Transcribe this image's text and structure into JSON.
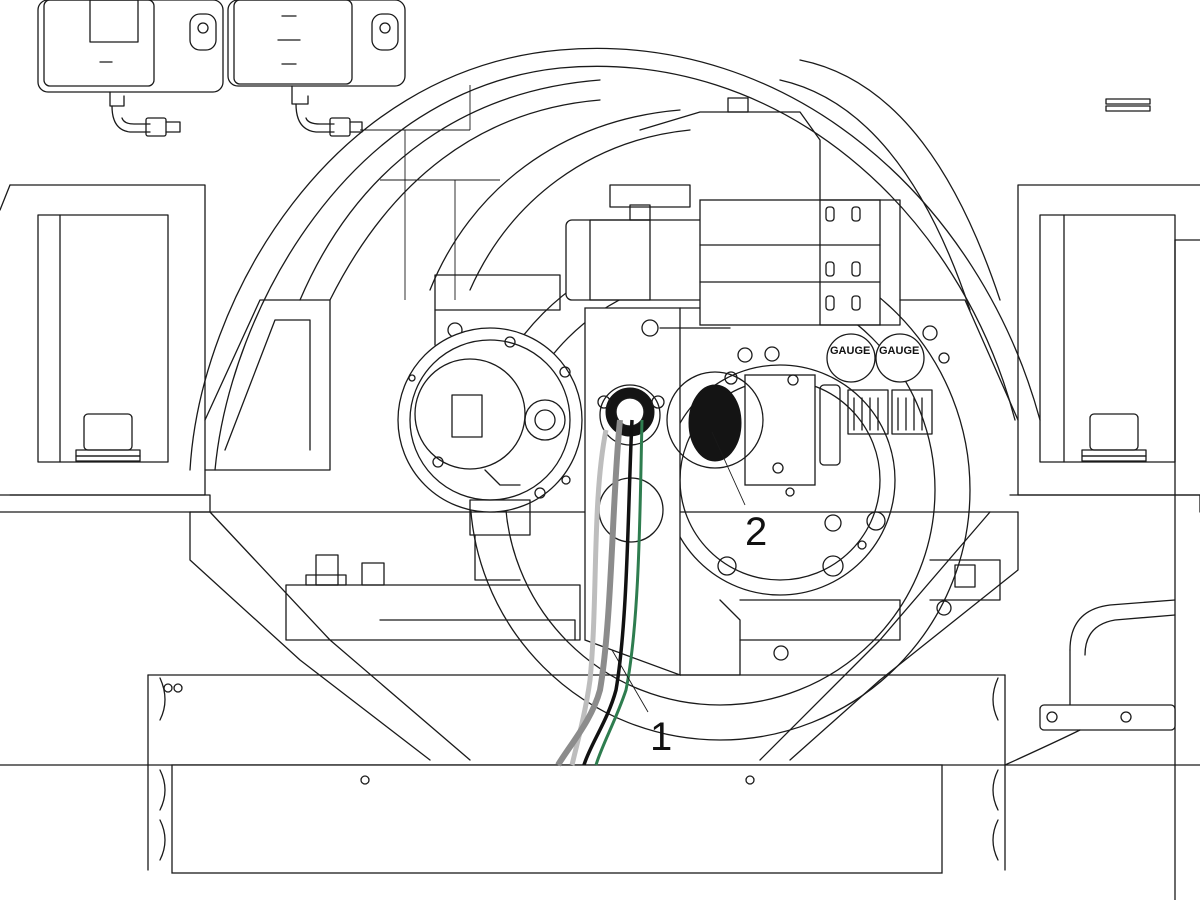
{
  "diagram": {
    "callouts": [
      {
        "id": "1",
        "label": "1"
      },
      {
        "id": "2",
        "label": "2"
      }
    ],
    "component_labels": [
      {
        "id": "gauge-left",
        "label": "GAUGE"
      },
      {
        "id": "gauge-right",
        "label": "GAUGE"
      }
    ],
    "cable_colors": {
      "light_gray": "#bdbdbd",
      "dark_gray": "#8c8c8c",
      "black": "#111111",
      "green": "#2e7d4f"
    }
  }
}
